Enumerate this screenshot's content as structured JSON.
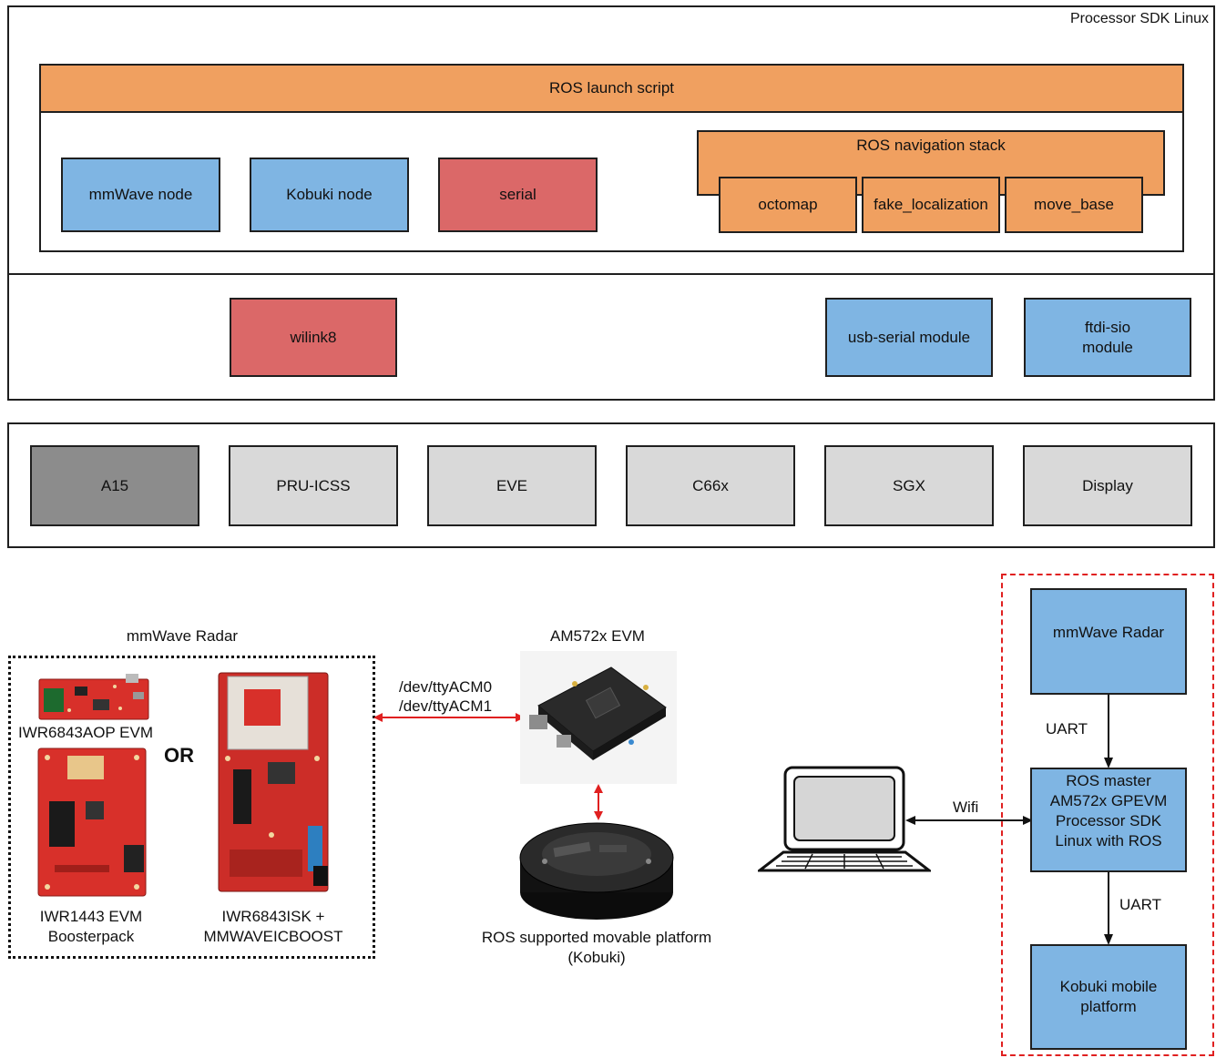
{
  "stack": {
    "title": "Processor SDK Linux",
    "launch_script": "ROS launch script",
    "nodes": {
      "mmwave": "mmWave node",
      "kobuki": "Kobuki node",
      "serial": "serial"
    },
    "nav_stack": {
      "title": "ROS navigation stack",
      "octomap": "octomap",
      "fake_loc": "fake_localization",
      "move_base": "move_base"
    },
    "drivers": {
      "wilink": "wilink8",
      "usb_serial": "usb-serial module",
      "ftdi_line1": "ftdi-sio",
      "ftdi_line2": "module"
    },
    "hw": [
      "A15",
      "PRU-ICSS",
      "EVE",
      "C66x",
      "SGX",
      "Display"
    ]
  },
  "setup": {
    "radar_title": "mmWave Radar",
    "aop_label": "IWR6843AOP EVM",
    "or_label": "OR",
    "iwr1443_line1": "IWR1443 EVM",
    "iwr1443_line2": "Boosterpack",
    "isk_line1": "IWR6843ISK +",
    "isk_line2": "MMWAVEICBOOST",
    "tty0": "/dev/ttyACM0",
    "tty1": "/dev/ttyACM1",
    "evm_title": "AM572x EVM",
    "platform_line1": "ROS supported movable platform",
    "platform_line2": "(Kobuki)"
  },
  "flow": {
    "radar": "mmWave Radar",
    "uart1": "UART",
    "master_lines": [
      "ROS master",
      "AM572x GPEVM",
      "Processor SDK",
      "Linux with ROS"
    ],
    "uart2": "UART",
    "kobuki_line1": "Kobuki mobile",
    "kobuki_line2": "platform",
    "wifi": "Wifi"
  },
  "colors": {
    "orange": "#f0a060",
    "blue": "#7fb5e3",
    "red": "#db6868",
    "light_gray": "#d9d9d9",
    "dark_gray": "#8c8c8c",
    "arrow_red": "#e02020"
  }
}
